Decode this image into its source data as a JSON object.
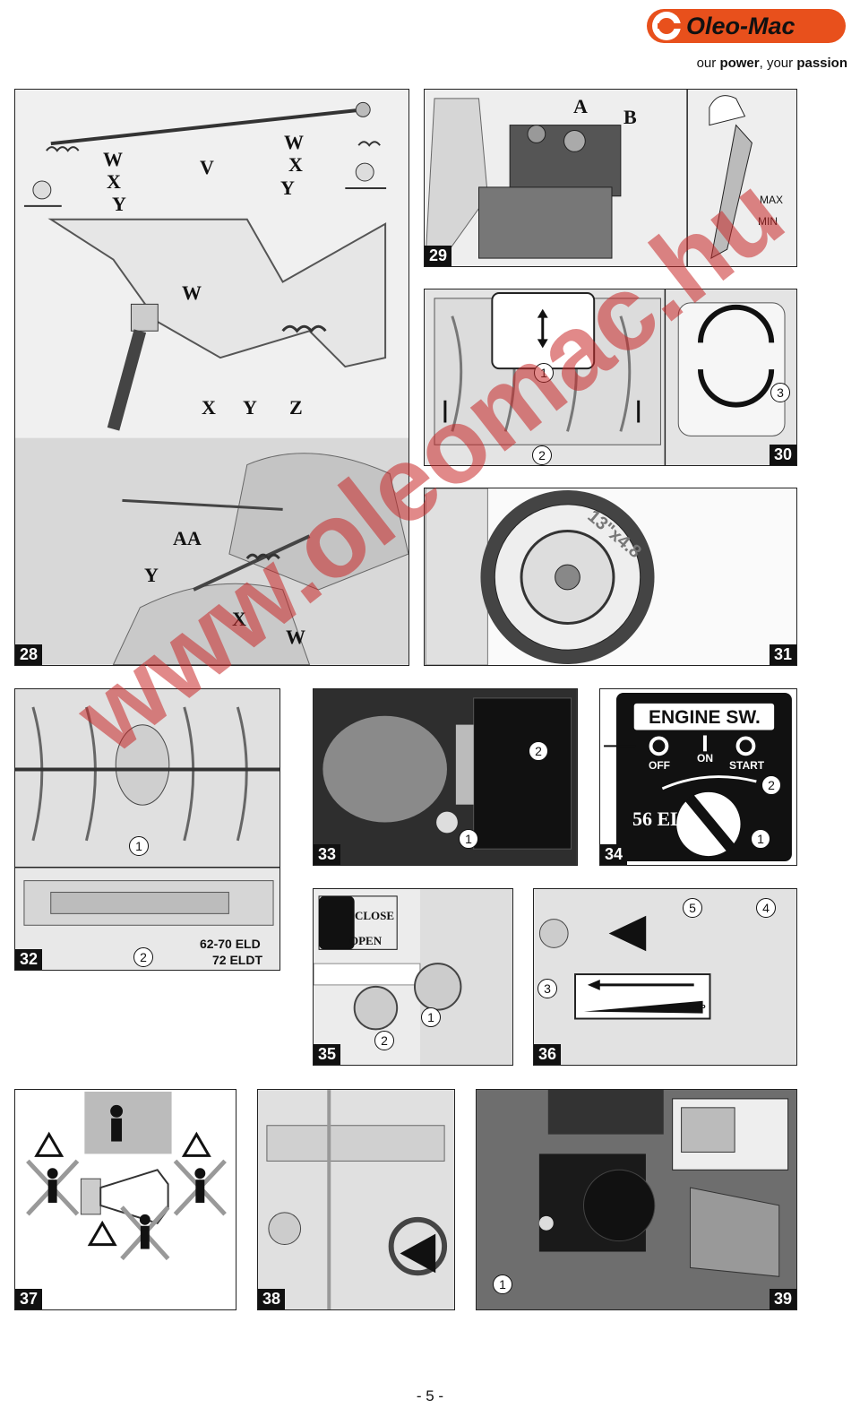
{
  "brand": {
    "name": "Oleo-Mac",
    "tagline_pre": "our ",
    "tagline_b1": "power",
    "tagline_mid": ", your ",
    "tagline_b2": "passion",
    "accent": "#e8501c"
  },
  "watermark": "www.oleomac.hu",
  "page_number": "- 5 -",
  "figures": {
    "f28": {
      "num": "28",
      "labels": {
        "W1": "W",
        "X1": "X",
        "Y1": "Y",
        "V": "V",
        "W2": "W",
        "X2": "X",
        "Y2": "Y",
        "W3": "W",
        "X3": "X",
        "Y3": "Y",
        "Z": "Z",
        "AA": "AA",
        "Y4": "Y",
        "X4": "X",
        "W4": "W"
      }
    },
    "f29": {
      "num": "29",
      "labels": {
        "A": "A",
        "B": "B",
        "max": "MAX",
        "min": "MIN"
      }
    },
    "f30": {
      "num": "30",
      "labels": {
        "c1": "1",
        "c2": "2",
        "c3": "3"
      }
    },
    "f31": {
      "num": "31",
      "labels": {
        "tire": "13\"x4.8"
      }
    },
    "f32": {
      "num": "32",
      "labels": {
        "c1": "1",
        "c2": "2",
        "model1": "62-70 ELD",
        "model2": "72 ELDT"
      }
    },
    "f33": {
      "num": "33",
      "labels": {
        "c1": "1",
        "c2": "2"
      }
    },
    "f34": {
      "num": "34",
      "labels": {
        "title": "ENGINE SW.",
        "off": "OFF",
        "on": "ON",
        "start": "START",
        "model": "56 EL",
        "c1": "1",
        "c2": "2"
      }
    },
    "f35": {
      "num": "35",
      "labels": {
        "close": "CLOSE",
        "open": "OPEN",
        "c1": "1",
        "c2": "2"
      }
    },
    "f36": {
      "num": "36",
      "labels": {
        "c3": "3",
        "c4": "4",
        "c5": "5",
        "stop": "STOP"
      }
    },
    "f37": {
      "num": "37"
    },
    "f38": {
      "num": "38"
    },
    "f39": {
      "num": "39",
      "labels": {
        "c1": "1"
      }
    }
  }
}
